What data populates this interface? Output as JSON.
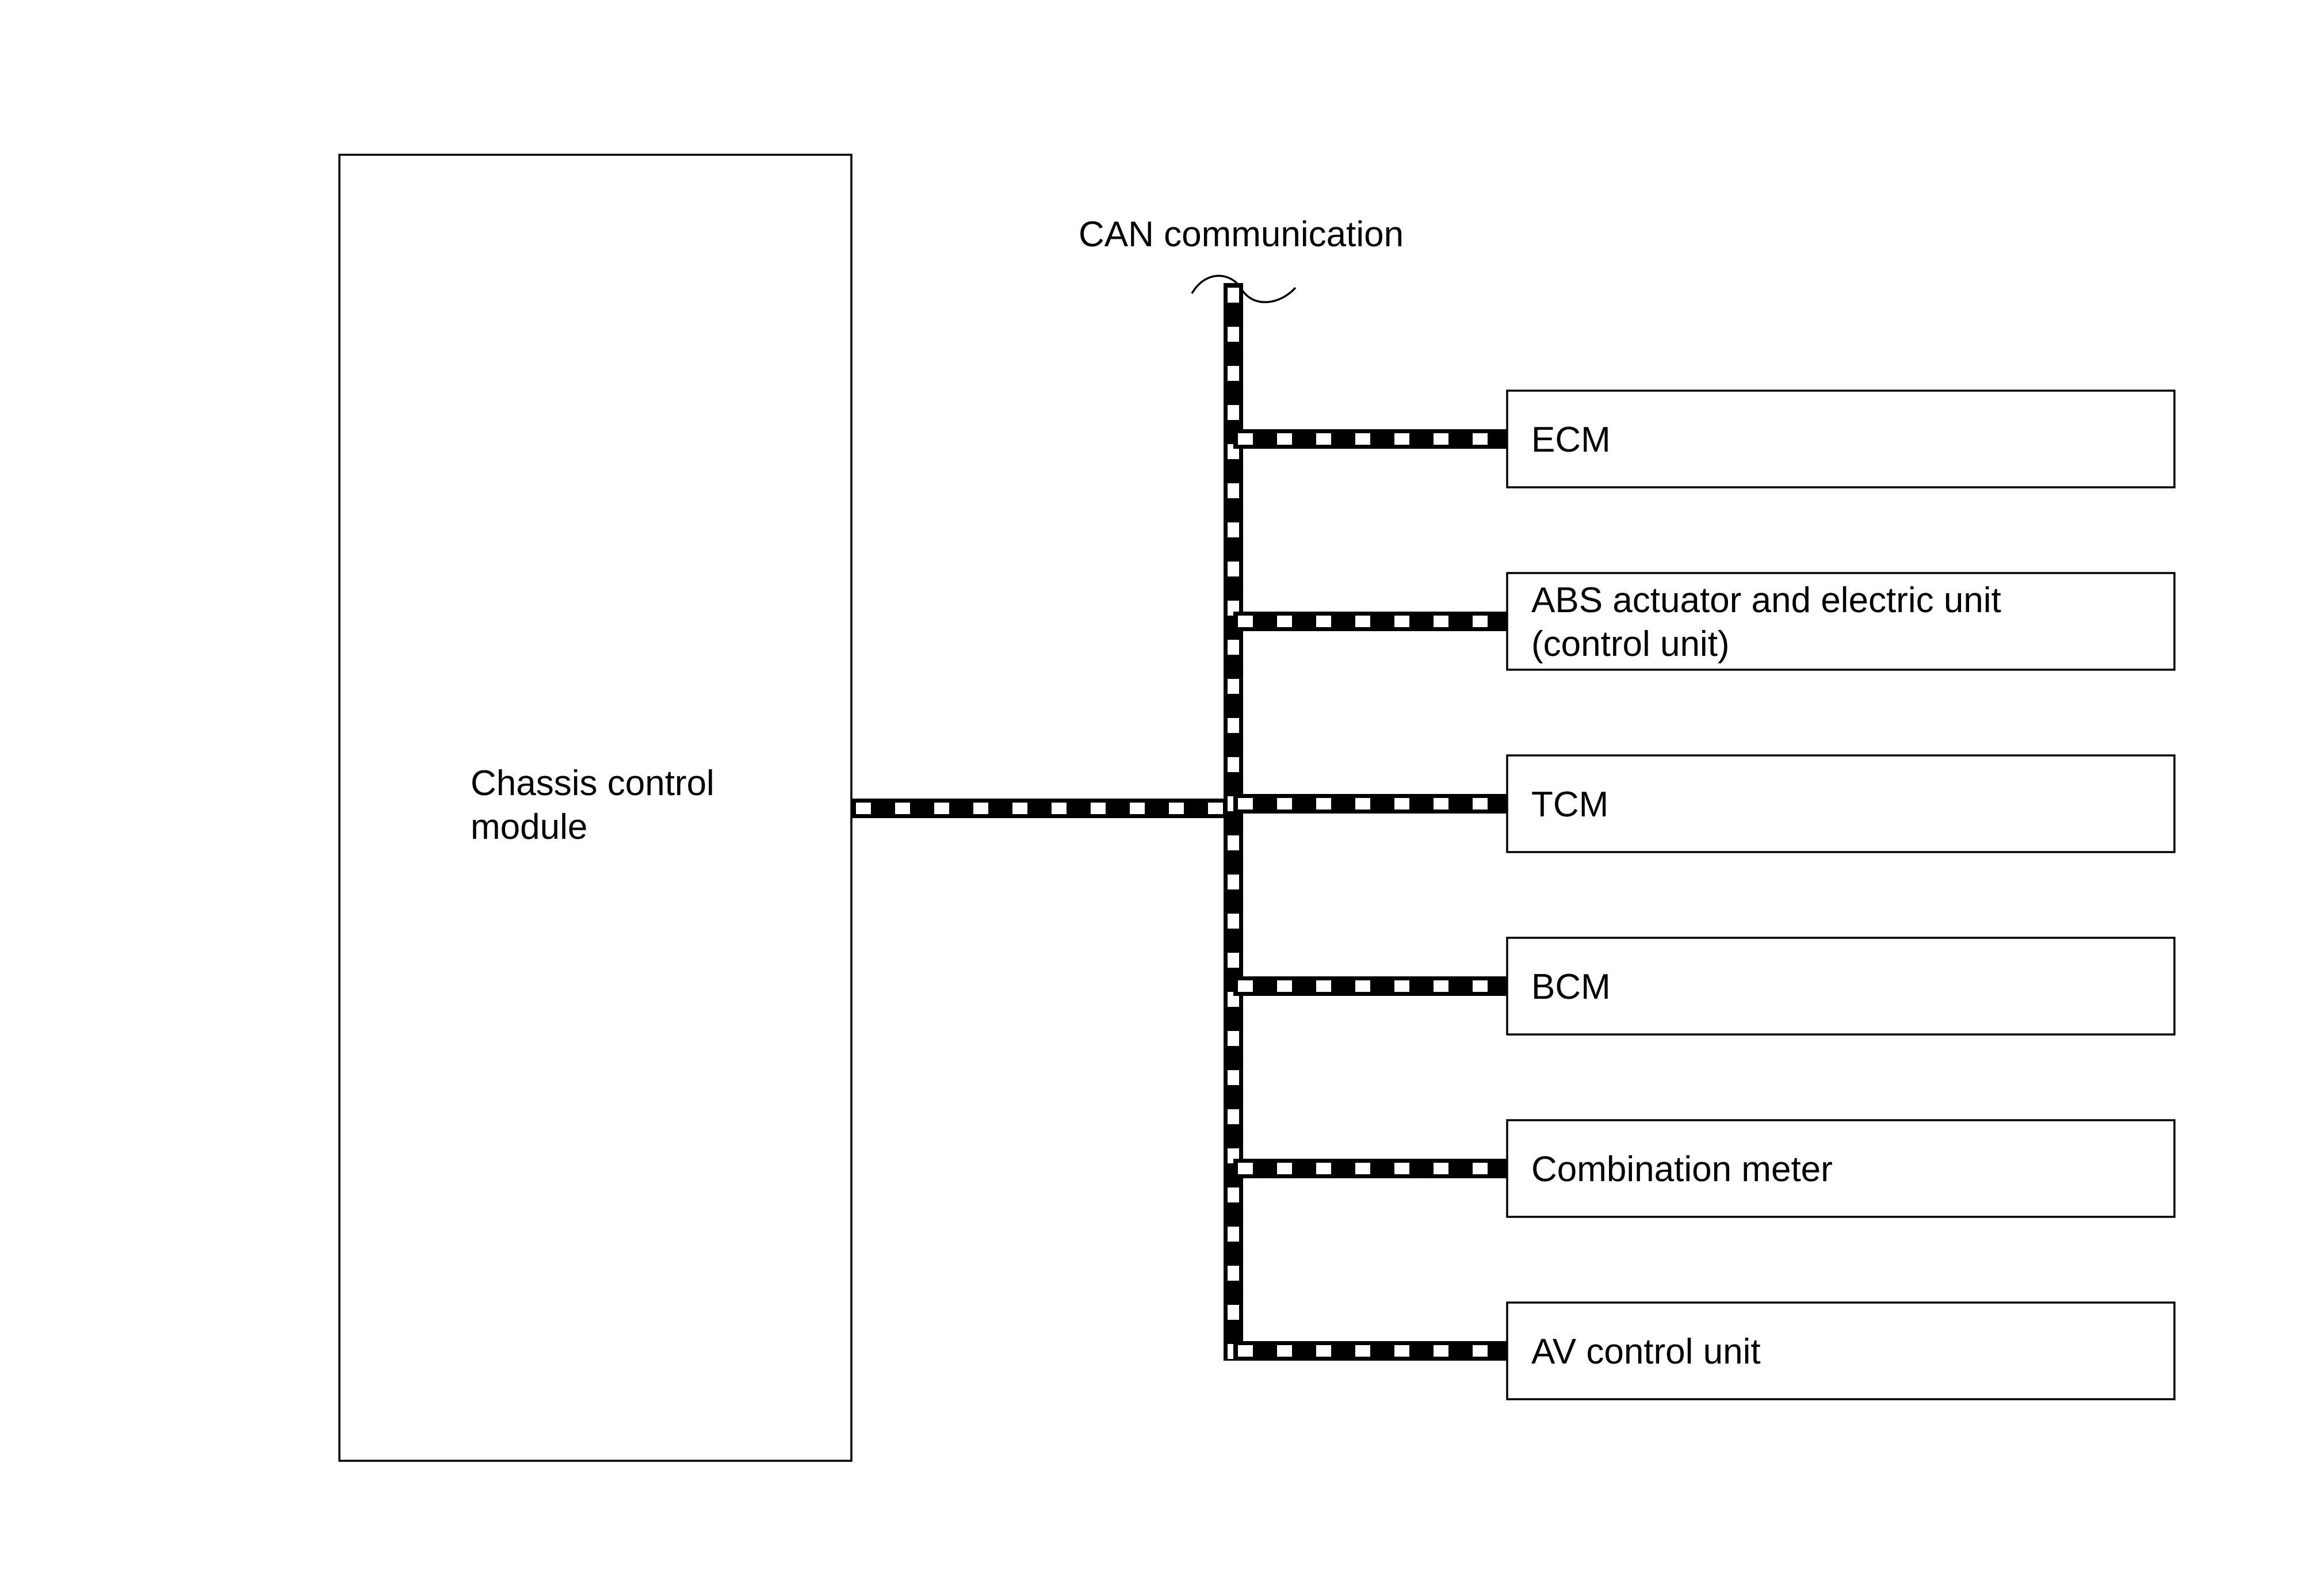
{
  "diagram": {
    "bus_label": "CAN communication",
    "main_module": {
      "lines": [
        "Chassis control",
        "module"
      ]
    },
    "units": [
      {
        "lines": [
          "ECM"
        ]
      },
      {
        "lines": [
          "ABS actuator and electric unit",
          "(control unit)"
        ]
      },
      {
        "lines": [
          "TCM"
        ]
      },
      {
        "lines": [
          "BCM"
        ]
      },
      {
        "lines": [
          "Combination meter"
        ]
      },
      {
        "lines": [
          "AV control unit"
        ]
      }
    ],
    "colors": {
      "line": "#000000",
      "background": "#ffffff"
    }
  }
}
